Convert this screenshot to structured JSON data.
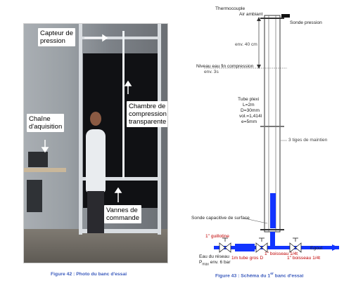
{
  "photo": {
    "labels": {
      "capteur_pression": "Capteur de\npression",
      "chambre_compression": "Chambre de\ncompression\ntransparente",
      "chaine_acquisition": "Chaîne\nd'aquisition",
      "vannes_commande": "Vannes de\ncommande"
    },
    "caption": "Figure 42 : Photo du banc d'essai"
  },
  "schema": {
    "thermocouple": "Thermocouple",
    "air_ambiant": "Air ambiant",
    "sonde_pression": "Sonde pression",
    "env_40": "env. 40 cm",
    "niveau_eau": "Niveau eau fin compression",
    "env_3s": "env. 3s",
    "tube_plexi": "Tube plexi",
    "tube_L": "L=2m",
    "tube_D": "D=30mm",
    "tube_vol": "vol.=1,414l",
    "tube_e": "e=5mm",
    "tiges": "3 tiges de maintien",
    "sonde_capacitive": "Sonde capacitive de surface",
    "guillotine": "1\" guillotine",
    "eau_reseau": "Eau du réseau",
    "pmax_prefix": "P",
    "pmax_sub": "max",
    "pmax_suffix": " env. 6 bar",
    "tube_gros": "1m tube gros D",
    "boisseau_1": "1\" boisseau 1/4t",
    "boisseau_2": "1\" boisseau 1/4t",
    "egout": "Egout",
    "caption_prefix": "Figure 43 : Schéma du 1",
    "caption_sup": "er",
    "caption_suffix": " banc d'essai"
  }
}
